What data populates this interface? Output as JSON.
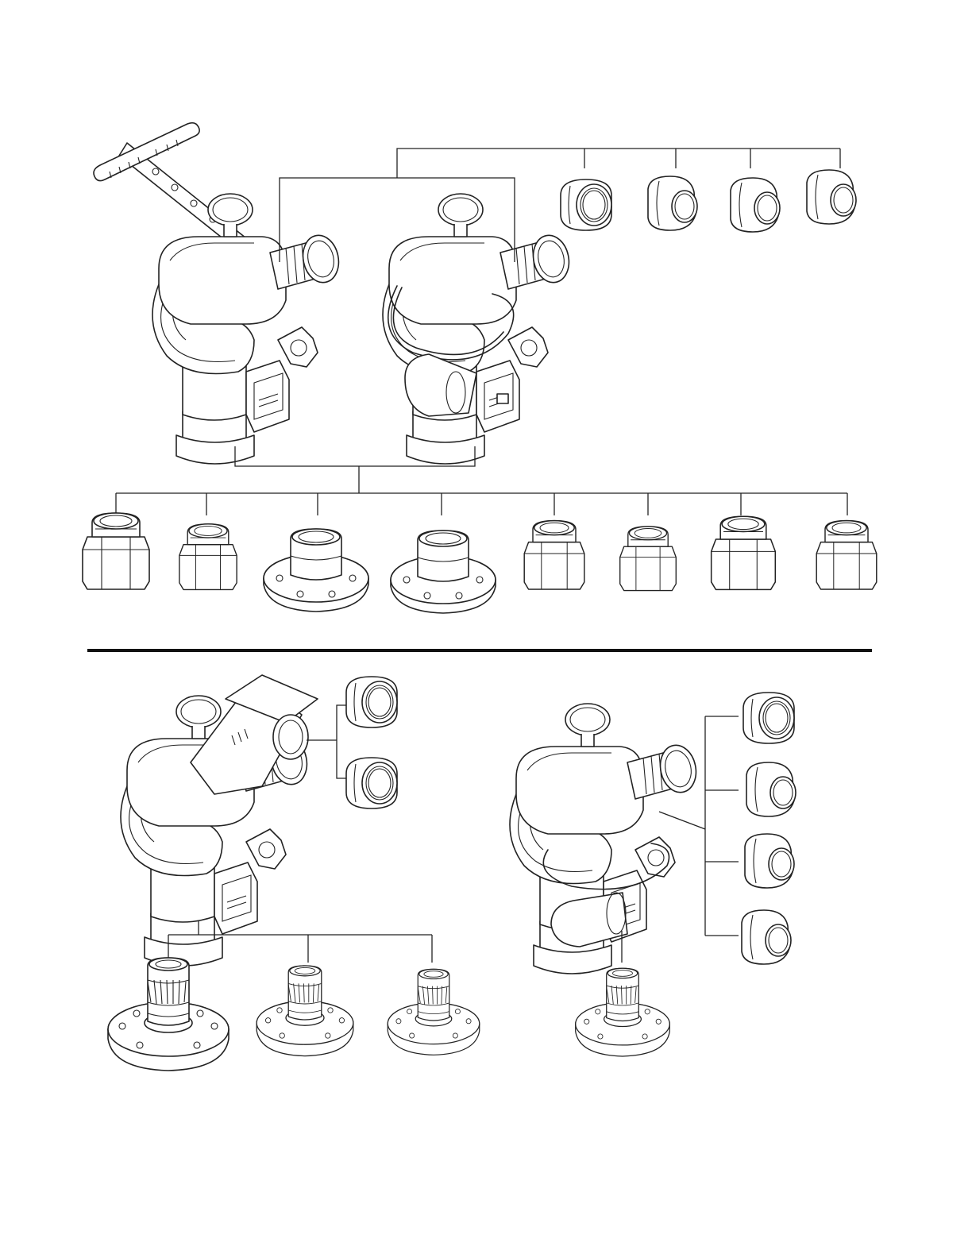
{
  "drawing": {
    "line_color": "#222222",
    "background": "#ffffff",
    "parts": {
      "upper_monitor_with_handle": "portable-monitor-tiller-bar",
      "upper_monitor_electric": "electric-monitor",
      "upper_outlet_adapters": 4,
      "upper_inlet_adapters": 8,
      "lower_left_outlet_adapters": 2,
      "lower_left_flange_bases": 3,
      "lower_right_outlet_adapters": 4,
      "lower_right_flange_bases": 1
    }
  }
}
